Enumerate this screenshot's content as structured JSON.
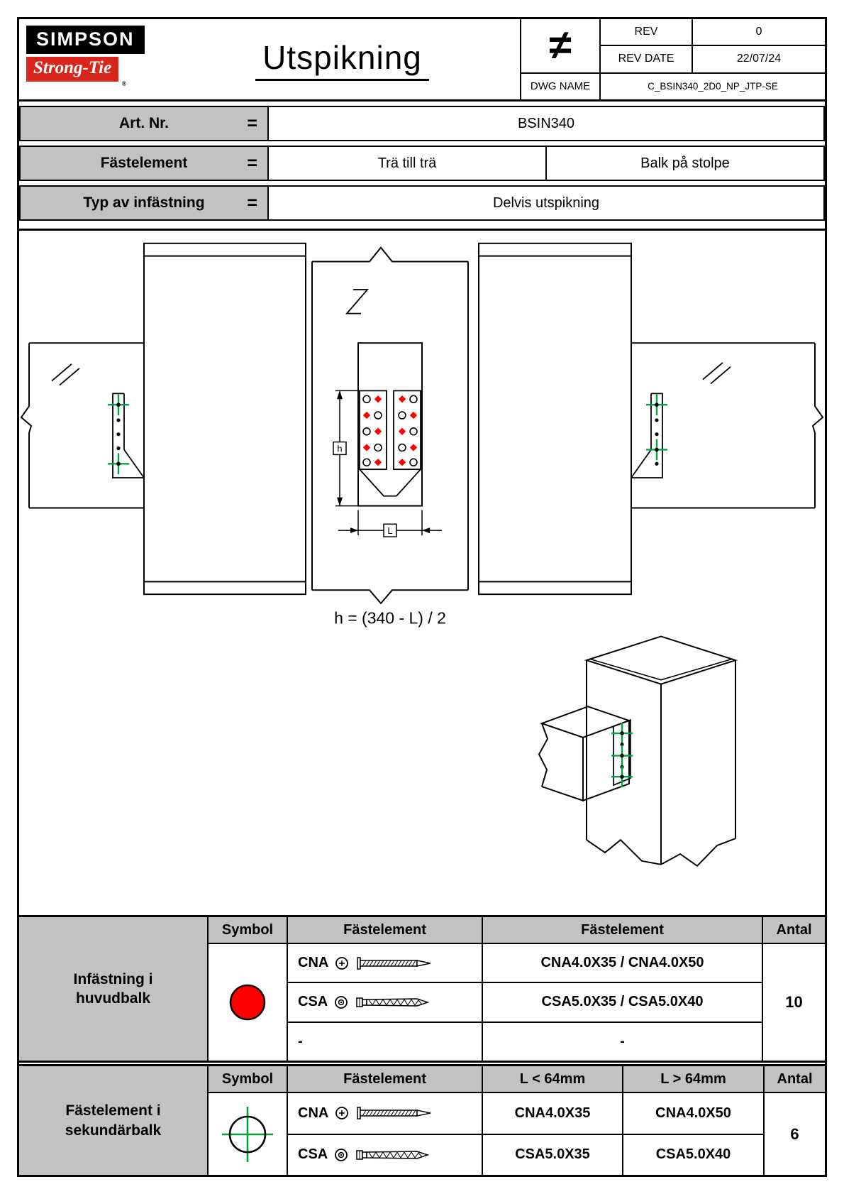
{
  "header": {
    "logo_line1": "SIMPSON",
    "logo_line2": "Strong-Tie",
    "logo_reg": "®",
    "title": "Utspikning",
    "projection_symbol": "≠",
    "rev_label": "REV",
    "rev_value": "0",
    "rev_date_label": "REV DATE",
    "rev_date_value": "22/07/24",
    "dwg_name_label": "DWG NAME",
    "dwg_name_value": "C_BSIN340_2D0_NP_JTP-SE"
  },
  "info_rows": {
    "art_nr": {
      "label": "Art. Nr.",
      "equals": "=",
      "value": "BSIN340"
    },
    "fastelement": {
      "label": "Fästelement",
      "equals": "=",
      "value1": "Trä till trä",
      "value2": "Balk på stolpe"
    },
    "typ": {
      "label": "Typ av infästning",
      "equals": "=",
      "value": "Delvis utspikning"
    }
  },
  "drawing": {
    "dim_h_label": "h",
    "dim_l_label": "L",
    "formula": "h = (340 - L) / 2"
  },
  "table_huvudbalk": {
    "row_label": "Infästning i huvudbalk",
    "headers": {
      "symbol": "Symbol",
      "fastelement_type": "Fästelement",
      "fastelement_size": "Fästelement",
      "antal": "Antal"
    },
    "symbol_name": "red-filled-circle",
    "rows": [
      {
        "code": "CNA",
        "sizes": "CNA4.0X35 / CNA4.0X50"
      },
      {
        "code": "CSA",
        "sizes": "CSA5.0X35 / CSA5.0X40"
      },
      {
        "code": "-",
        "sizes": "-"
      }
    ],
    "antal_value": "10"
  },
  "table_sekundarbalk": {
    "row_label": "Fästelement i sekundärbalk",
    "headers": {
      "symbol": "Symbol",
      "fastelement_type": "Fästelement",
      "l_less": "L < 64mm",
      "l_greater": "L > 64mm",
      "antal": "Antal"
    },
    "symbol_name": "green-crosshair-circle",
    "rows": [
      {
        "code": "CNA",
        "size_less": "CNA4.0X35",
        "size_greater": "CNA4.0X50"
      },
      {
        "code": "CSA",
        "size_less": "CSA5.0X35",
        "size_greater": "CSA5.0X40"
      }
    ],
    "antal_value": "6"
  },
  "colors": {
    "marker_red": "#ff0000",
    "marker_green": "#00a33d",
    "logo_red": "#d9261c",
    "panel_gray": "#c2c2c2"
  }
}
